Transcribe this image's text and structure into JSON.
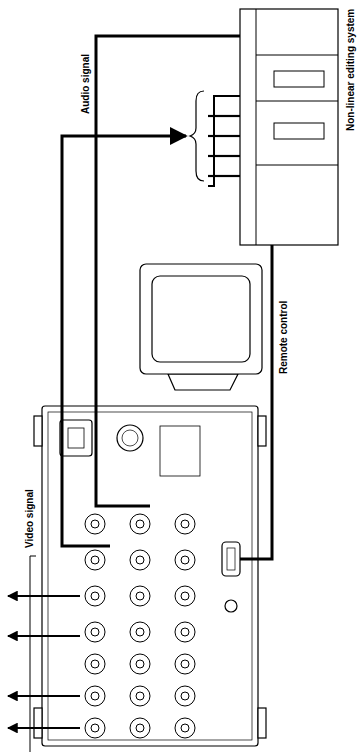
{
  "diagram": {
    "nodes": [
      {
        "text": [
          "Non-linear editing system"
        ]
      }
    ],
    "labels": [
      "Video signal",
      "Audio signal",
      "Remote control"
    ]
  }
}
